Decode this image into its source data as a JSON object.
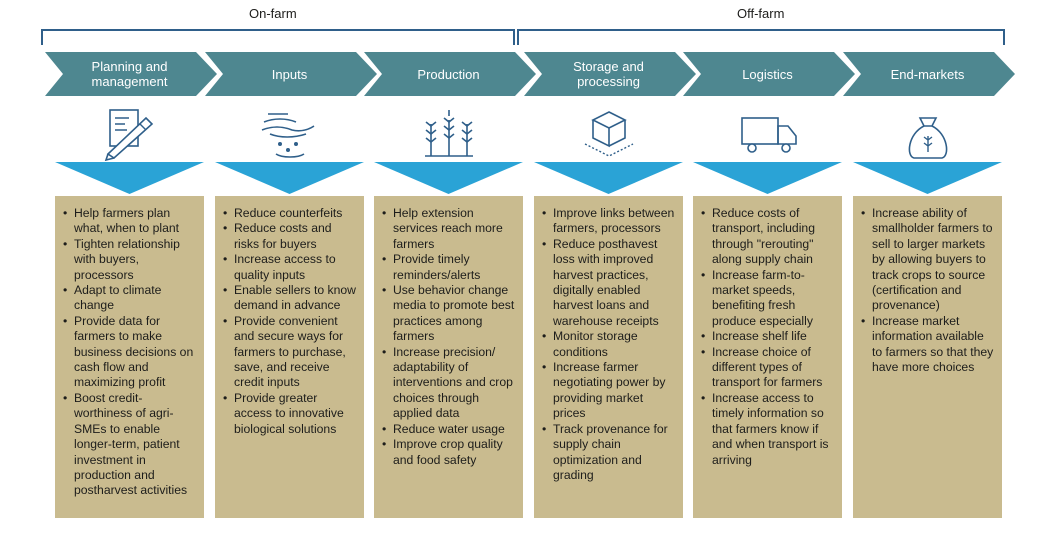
{
  "groups": [
    {
      "label": "On-farm"
    },
    {
      "label": "Off-farm"
    }
  ],
  "colors": {
    "chevron": "#4e8790",
    "triangle": "#2aa3d6",
    "box": "#c9bb8f",
    "bracket": "#2f5f8a",
    "icon": "#2f5f8a"
  },
  "stages": [
    {
      "label": "Planning and management",
      "icon": "pen-paper-icon",
      "bullets": [
        "Help farmers plan what, when to plant",
        "Tighten relationship with buyers, processors",
        "Adapt to climate change",
        "Provide data for farmers to make business decisions on cash flow and maximizing  profit",
        "Boost credit-worthiness of agri-SMEs to enable longer-term, patient investment in production and postharvest activities"
      ]
    },
    {
      "label": "Inputs",
      "icon": "hand-seeds-icon",
      "bullets": [
        "Reduce counterfeits",
        "Reduce costs and risks for buyers",
        "Increase access to quality inputs",
        "Enable sellers to know demand in advance",
        "Provide convenient and secure ways for farmers to purchase, save, and receive credit inputs",
        "Provide greater access to innovative biological solutions"
      ]
    },
    {
      "label": "Production",
      "icon": "wheat-crops-icon",
      "bullets": [
        "Help extension services reach more farmers",
        "Provide timely reminders/alerts",
        "Use behavior change media to promote best practices among farmers",
        "Increase precision/ adaptability of interventions and crop choices through applied data",
        "Reduce water usage",
        "Improve crop quality and food safety"
      ]
    },
    {
      "label": "Storage and processing",
      "icon": "storage-boxes-icon",
      "bullets": [
        "Improve links between farmers, processors",
        "Reduce posthavest loss with improved harvest practices, digitally enabled harvest loans and warehouse receipts",
        "Monitor storage conditions",
        "Increase farmer negotiating power by providing market prices",
        "Track provenance for supply chain optimization and grading"
      ]
    },
    {
      "label": "Logistics",
      "icon": "truck-icon",
      "bullets": [
        "Reduce costs of transport, including through \"rerouting\" along supply chain",
        "Increase farm-to-market speeds, benefiting fresh produce especially",
        "Increase shelf life",
        "Increase choice of different types of transport for farmers",
        "Increase access to timely information so that farmers know if and when transport is arriving"
      ]
    },
    {
      "label": "End-markets",
      "icon": "grain-sack-icon",
      "bullets": [
        "Increase ability of smallholder farmers to sell to larger markets by allowing buyers to track crops to source (certification and provenance)",
        "Increase market information available to farmers so that they have more choices"
      ]
    }
  ]
}
